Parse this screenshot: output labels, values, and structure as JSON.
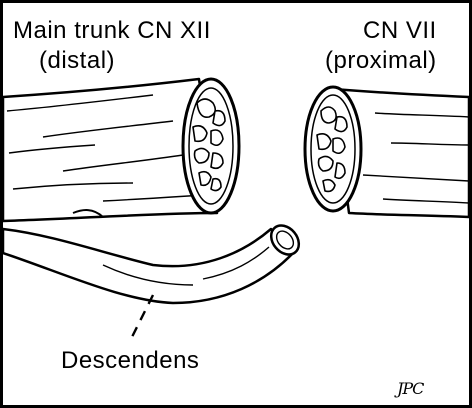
{
  "labels": {
    "main_trunk_line1": "Main trunk CN XII",
    "main_trunk_line2": "(distal)",
    "cn7_line1": "CN VII",
    "cn7_line2": "(proximal)",
    "descendens": "Descendens",
    "signature": "JPC"
  },
  "colors": {
    "ink": "#000000",
    "paper": "#ffffff"
  }
}
